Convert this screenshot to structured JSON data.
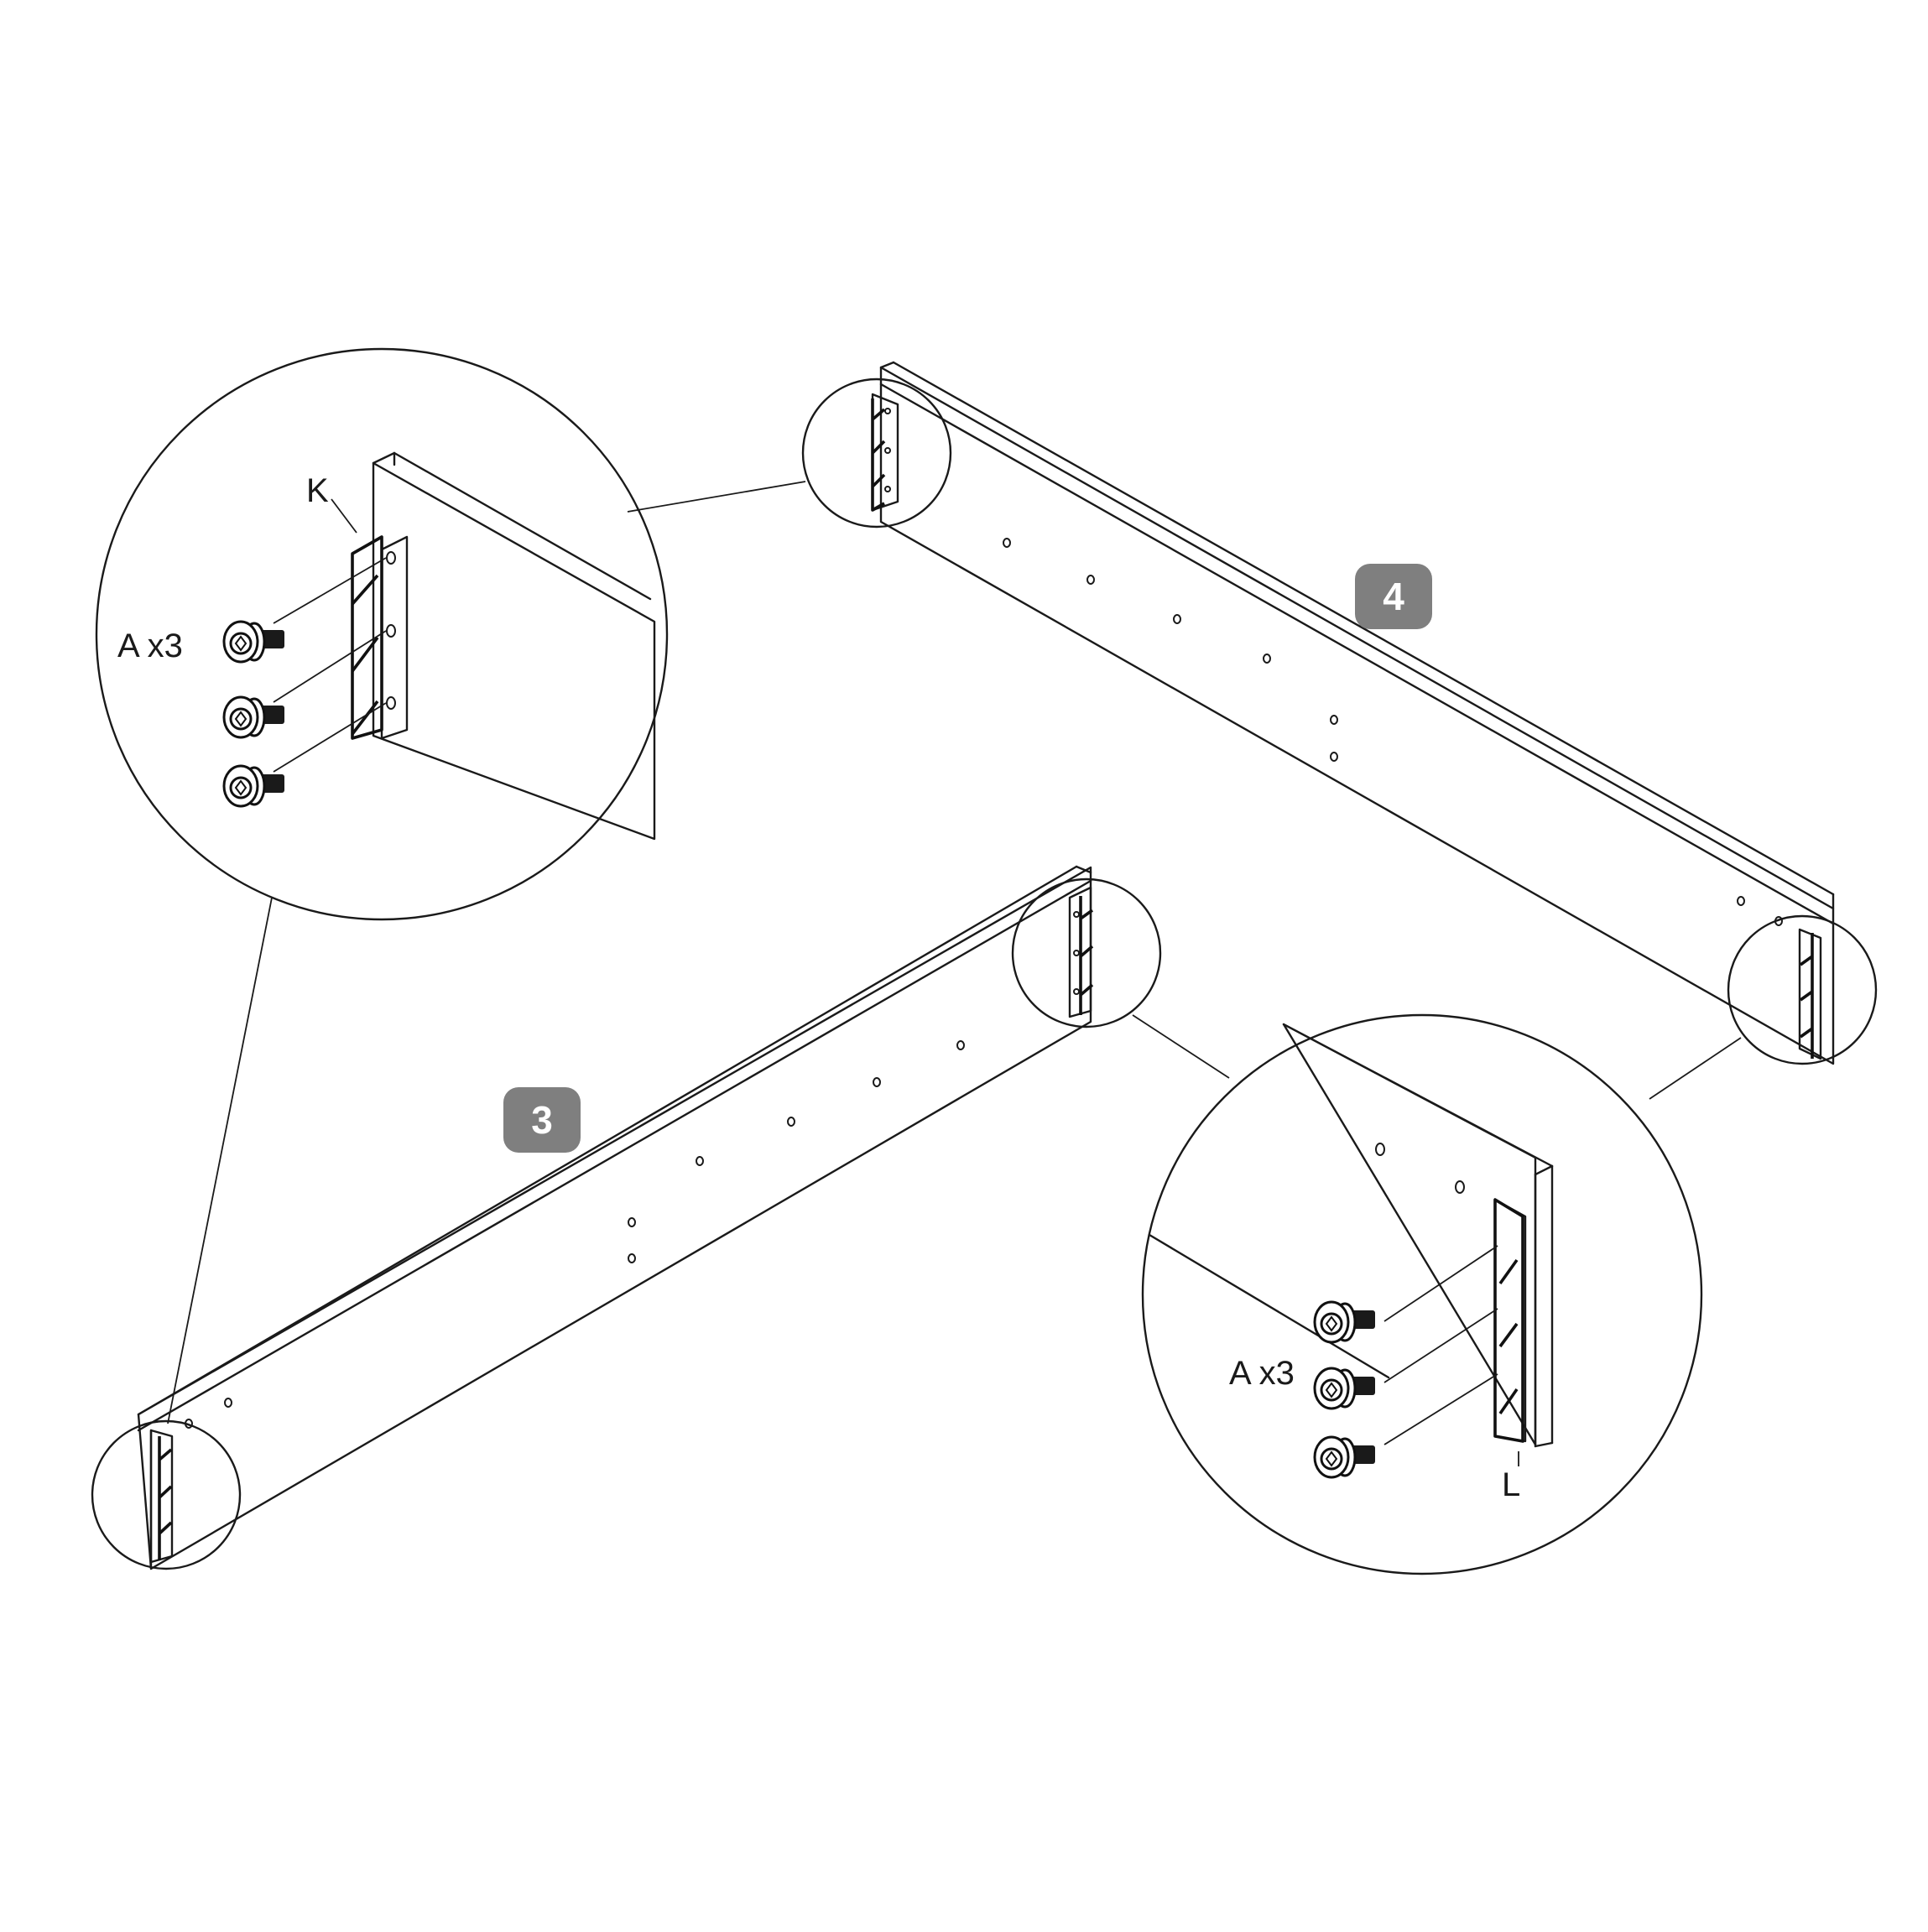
{
  "badges": {
    "part_3": "3",
    "part_4": "4"
  },
  "labels": {
    "bracket_k": "K",
    "bracket_l": "L",
    "screws_left": "A x3",
    "screws_right": "A x3"
  },
  "colors": {
    "badge": "#7f7f7f",
    "line": "#1a1a1a",
    "background": "#ffffff"
  }
}
